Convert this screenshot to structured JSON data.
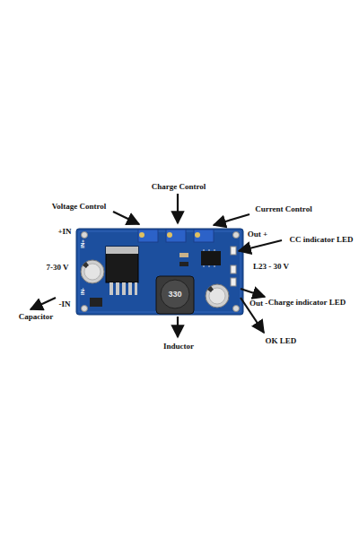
{
  "diagram": {
    "labels": [
      "Charge Control",
      "Voltage Control",
      "Current Control",
      "+IN",
      "Out +",
      "CC indicator LED",
      "7-30 V",
      "L23 - 30 V",
      "Capacitor",
      "-IN",
      "Out -",
      "Charge indicator LED",
      "OK LED",
      "Inductor",
      "330",
      "IN+",
      "IN-"
    ]
  }
}
